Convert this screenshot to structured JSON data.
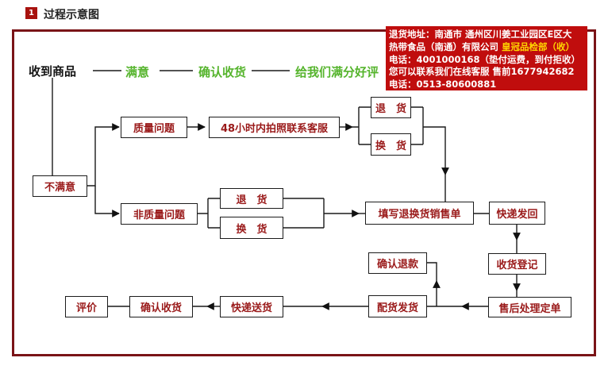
{
  "header": {
    "num": "1",
    "title": "过程示意图"
  },
  "top_flow": {
    "received": "收到商品",
    "satisfied": "满意",
    "confirm": "确认收货",
    "praise": "给我们满分好评"
  },
  "nodes": {
    "unsatisfied": "不满意",
    "quality": "质量问题",
    "contact48": "48小时内拍照联系客服",
    "return1": "退　货",
    "exchange1": "换　货",
    "nonquality": "非质量问题",
    "return2": "退　货",
    "exchange2": "换　货",
    "fillform": "填写退换货销售单",
    "sendback": "快递发回",
    "register": "收货登记",
    "aftersale": "售后处理定单",
    "refund": "确认退款",
    "dispatch": "配货发货",
    "delivery": "快递送货",
    "confirm_receipt": "确认收货",
    "evaluate": "评价"
  },
  "notice": {
    "line1": "退货地址：南通市 通州区川姜工业园区E区大",
    "line2a": "热带食品（南通）有限公司 ",
    "line2b": "皇冠品检部（收）",
    "line3": "电话：4001000168（垫付运费，到付拒收）",
    "line4": "您可以联系我们在线客服 售前1677942682",
    "line5": "电话：0513-80600881"
  },
  "colors": {
    "frame_maroon": "#7a1417",
    "node_text_red": "#9a1a1a",
    "flow_green": "#55b42c",
    "notice_bg": "#c00d0d",
    "notice_highlight": "#ffd700"
  }
}
